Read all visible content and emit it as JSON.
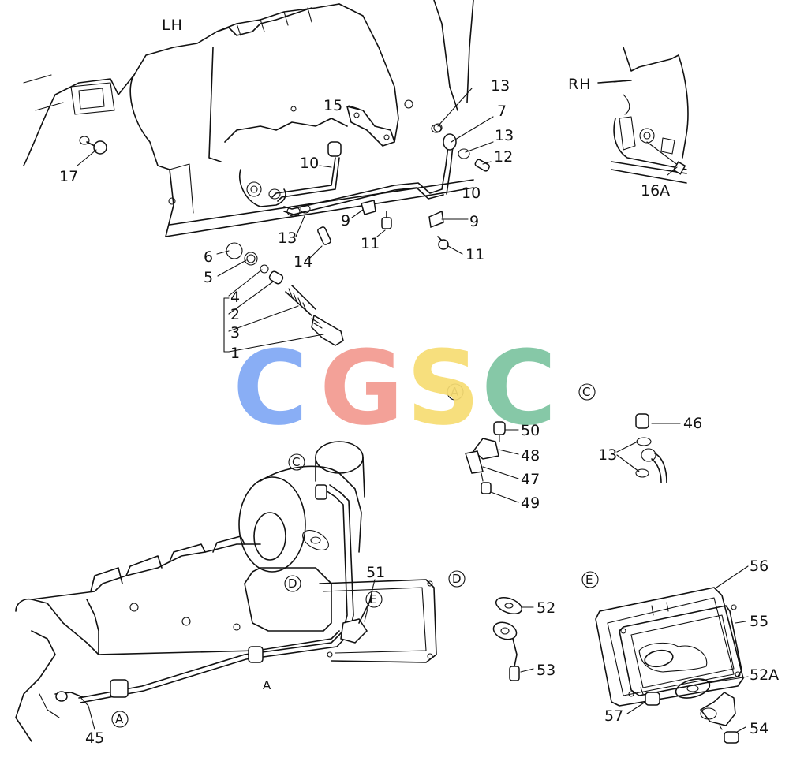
{
  "side_labels": {
    "lh": "LH",
    "rh": "RH"
  },
  "part_numbers": {
    "p1": "1",
    "p2": "2",
    "p3": "3",
    "p4": "4",
    "p5": "5",
    "p6": "6",
    "p7": "7",
    "p9a": "9",
    "p9b": "9",
    "p10a": "10",
    "p10b": "10",
    "p11a": "11",
    "p11b": "11",
    "p12": "12",
    "p13a": "13",
    "p13b": "13",
    "p13c": "13",
    "p13d": "13",
    "p14": "14",
    "p15": "15",
    "p16a": "16A",
    "p17": "17",
    "p45": "45",
    "p46": "46",
    "p47": "47",
    "p48": "48",
    "p49": "49",
    "p50": "50",
    "p51": "51",
    "p52": "52",
    "p52a": "52A",
    "p53": "53",
    "p54": "54",
    "p55": "55",
    "p56": "56",
    "p57": "57"
  },
  "detail_markers": {
    "a1": "A",
    "a2": "A",
    "a3": "A",
    "c1": "C",
    "c2": "C",
    "d1": "D",
    "d2": "D",
    "e1": "E",
    "e2": "E"
  },
  "watermark": {
    "letters": [
      "C",
      "G",
      "S",
      "C"
    ],
    "colors": [
      "#7fa8f5",
      "#f29a90",
      "#f7dd73",
      "#7cc4a0"
    ]
  }
}
